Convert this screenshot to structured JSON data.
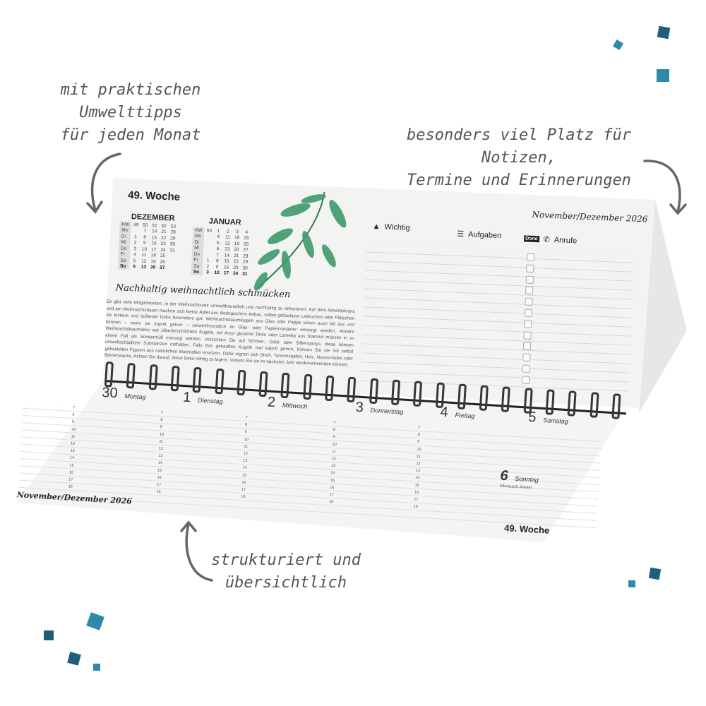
{
  "annotations": {
    "left": [
      "mit praktischen",
      "Umwelttipps",
      "für jeden Monat"
    ],
    "right": [
      "besonders viel Platz für Notizen,",
      "Termine und Erinnerungen"
    ],
    "bottom": [
      "strukturiert und",
      "übersichtlich"
    ]
  },
  "accent_colors": [
    "#1f5f7a",
    "#2d8aa8",
    "#2c6e8a"
  ],
  "top_page": {
    "week": "49. Woche",
    "month_range": "November/Dezember 2026",
    "mini_calendars": [
      {
        "title": "DEZEMBER",
        "rows": [
          [
            "KW",
            "49",
            "50",
            "51",
            "52",
            "53"
          ],
          [
            "Mo",
            "",
            "7",
            "14",
            "21",
            "28"
          ],
          [
            "Di",
            "1",
            "8",
            "15",
            "22",
            "29"
          ],
          [
            "Mi",
            "2",
            "9",
            "16",
            "23",
            "30"
          ],
          [
            "Do",
            "3",
            "10",
            "17",
            "24",
            "31"
          ],
          [
            "Fr",
            "4",
            "11",
            "18",
            "25",
            ""
          ],
          [
            "Sa",
            "5",
            "12",
            "19",
            "26",
            ""
          ],
          [
            "So",
            "6",
            "13",
            "20",
            "27",
            ""
          ]
        ]
      },
      {
        "title": "JANUAR",
        "rows": [
          [
            "KW",
            "53",
            "1",
            "2",
            "3",
            "4"
          ],
          [
            "Mo",
            "",
            "4",
            "11",
            "18",
            "25"
          ],
          [
            "Di",
            "",
            "5",
            "12",
            "19",
            "26"
          ],
          [
            "Mi",
            "",
            "6",
            "13",
            "20",
            "27"
          ],
          [
            "Do",
            "",
            "7",
            "14",
            "21",
            "28"
          ],
          [
            "Fr",
            "1",
            "8",
            "15",
            "22",
            "29"
          ],
          [
            "Sa",
            "2",
            "9",
            "16",
            "23",
            "30"
          ],
          [
            "So",
            "3",
            "10",
            "17",
            "24",
            "31"
          ]
        ]
      }
    ],
    "article_title": "Nachhaltig weihnachtlich schmücken",
    "article_text": "Es gibt viele Möglichkeiten, in der Weihnachtszeit umweltfreundlich und nachhaltig zu dekorieren: Auf dem Adventskranz und am Weihnachtsbaum machen sich kleine Äpfel aus ökologischem Anbau, selbst gebackene Lebkuchen oder Plätzchen als leckere und duftende Deko besonders gut. Weihnachtsbaumkugeln aus Glas oder Pappe sehen auch toll aus und können – wenn sie kaputt gehen – umweltfreundlich im Glas- oder Papiercontainer entsorgt werden. Andere Weihnachtsbaumdeko wie silberbeschichtete Kugeln, mit Acryl glasierte Deko oder Lametta aus Stanniol müssen in so einem Fall als Sondermüll entsorgt werden. Verzichten Sie auf Schnee-, Gold- oder Silbersprays, diese können umweltschädliche Substanzen enthalten. Falls Ihre gekauften Kugeln mal kaputt gehen, können Sie sie mit selbst gebastelten Figuren aus natürlichen Materialien ersetzen. Dafür eignen sich Stroh, Tannenzapfen, Holz, Nussschalen oder Bienenwachs. Achten Sie darauf, diese Deko richtig zu lagern, sodass Sie sie im nächsten Jahr wiederverwenden können.",
    "columns": {
      "important": "Wichtig",
      "tasks": "Aufgaben",
      "done": "Done",
      "calls": "Anrufe"
    }
  },
  "bottom_page": {
    "month_range": "November/Dezember 2026",
    "week": "49. Woche",
    "hours": [
      "7",
      "8",
      "9",
      "10",
      "11",
      "12",
      "13",
      "14",
      "15",
      "16",
      "17",
      "18"
    ],
    "days": [
      {
        "num": "30",
        "name": "Montag"
      },
      {
        "num": "1",
        "name": "Dienstag"
      },
      {
        "num": "2",
        "name": "Mittwoch"
      },
      {
        "num": "3",
        "name": "Donnerstag"
      },
      {
        "num": "4",
        "name": "Freitag"
      },
      {
        "num": "5",
        "name": "Samstag"
      },
      {
        "num": "6",
        "name": "Sonntag",
        "note": "Nikolaus/2. Advent"
      }
    ]
  }
}
